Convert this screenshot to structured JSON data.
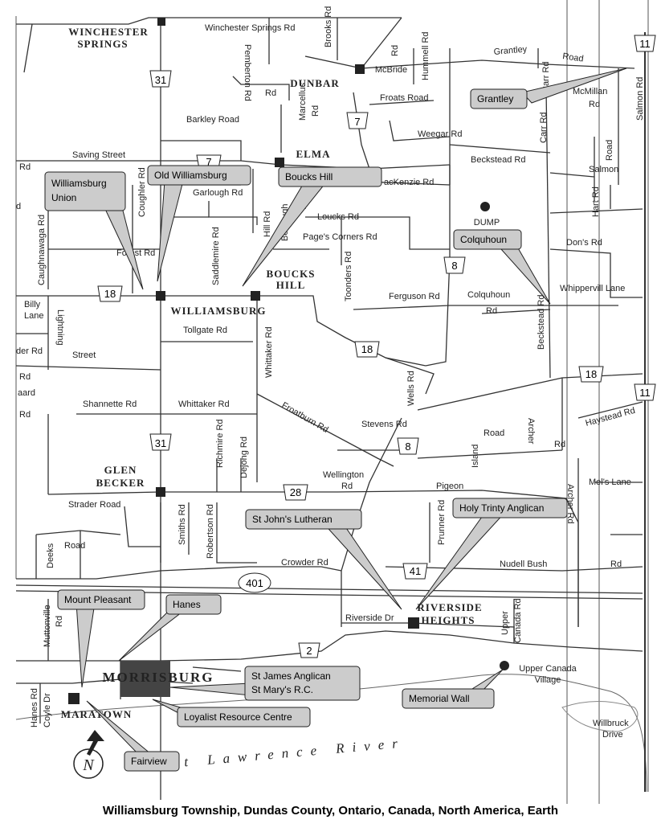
{
  "caption": "Williamsburg Township, Dundas County, Ontario, Canada, North America, Earth",
  "towns": {
    "winchester_springs": [
      "WINCHESTER",
      "SPRINGS"
    ],
    "dunbar": "DUNBAR",
    "elma": "ELMA",
    "boucks_hill": [
      "BOUCKS",
      "HILL"
    ],
    "williamsburg": "WILLIAMSBURG",
    "glen_becker": [
      "GLEN",
      "BECKER"
    ],
    "riverside_heights": [
      "RIVERSIDE",
      "HEIGHTS"
    ],
    "morrisburg": "MORRISBURG",
    "maratown": "MARATOWN",
    "dump": "DUMP",
    "mcbride": "McBride",
    "upper_canada_village": [
      "Upper Canada",
      "Village"
    ]
  },
  "river": "St Lawrence River",
  "compass": "N",
  "callouts": {
    "williamsburg_union": [
      "Williamsburg",
      "Union"
    ],
    "old_williamsburg": "Old Williamsburg",
    "boucks_hill": "Boucks Hill",
    "grantley": "Grantley",
    "colquhoun": "Colquhoun",
    "st_johns": "St John's Lutheran",
    "holy_trinity": "Holy Trinty Anglican",
    "mount_pleasant": "Mount Pleasant",
    "hanes": "Hanes",
    "st_james": [
      "St James Anglican",
      "St Mary's R.C."
    ],
    "loyalist": "Loyalist Resource Centre",
    "memorial_wall": "Memorial Wall",
    "fairview": "Fairview"
  },
  "shields": {
    "hwy31_top": "31",
    "hwy7_dunbar": "7",
    "hwy7_elma": "7",
    "hwy18_west": "18",
    "hwy8_north": "8",
    "hwy18_mid": "18",
    "hwy18_east": "18",
    "hwy11_top": "11",
    "hwy11_mid": "11",
    "hwy31_mid": "31",
    "hwy8_mid": "8",
    "hwy28": "28",
    "hwy41": "41",
    "hwy401": "401",
    "hwy2": "2"
  },
  "roads": {
    "winchester_springs_rd": "Winchester   Springs  Rd",
    "pemberton_rd": "Pemberton Rd",
    "brooks_rd": "Brooks Rd",
    "hummell_rd": "Hummell Rd",
    "rd_mcbride": "Rd",
    "grantley_road_a": "Grantley",
    "grantley_road_b": "Road",
    "carr_rd_top": "Carr Rd",
    "mcmillan_rd": [
      "McMillan",
      "Rd"
    ],
    "salmon_rd_v": "Salmon Rd",
    "rd_dunbar_w": "Rd",
    "marcellus_rd": [
      "Marcellus",
      "Rd"
    ],
    "barkley_road": "Barkley Road",
    "froats_road": "Froats Road",
    "weegar_rd": "Weegar Rd",
    "carr_rd_mid": "Carr Rd",
    "saving_street": "Saving Street",
    "beckstead_rd_h": "Beckstead Rd",
    "road_v": "Road",
    "salmon_h": "Salmon",
    "rd_west1": "Rd",
    "garlough_rd": "Garlough Rd",
    "mackenzie_rd": "acKenzie Rd",
    "caughnawaga_rd": "Caughnawaga Rd",
    "coughler_rd": "Coughler Rd",
    "hart_rd": "Hart Rd",
    "rd_west2": "d",
    "hill_rd": "Hill Rd",
    "boucks_v": "Bouc  ugh",
    "loucks_rd": "Loucks Rd",
    "pages_corners_rd": "Page's Corners Rd",
    "saddlemire_rd": "Saddlemire Rd",
    "dons_rd": "Don's Rd",
    "forest_rd": "Forest Rd",
    "toonders_rd": "Toonders Rd",
    "beckstead_v": "Beckstead Rd",
    "whippervill_lane": "Whippervill Lane",
    "billy_lane": [
      "Billy",
      "Lane"
    ],
    "lightning_street_v": "Lightning",
    "street": "Street",
    "ferguson_rd": "Ferguson Rd",
    "colquhoun_rd": [
      "Colquhoun",
      "Rd"
    ],
    "tollgate_rd": "Tollgate Rd",
    "whittaker_rd_v": "Whittaker Rd",
    "der_rd": "der Rd",
    "rd_west3": "Rd",
    "aard": "aard",
    "rd_west4": "Rd",
    "shannette_rd": "Shannette Rd",
    "whittaker_rd_h": "Whittaker Rd",
    "wells_rd": "Wells Rd",
    "froatburn_rd": "Froatburn Rd",
    "stevens_rd": "Stevens Rd",
    "haystead_rd": "Haystead Rd",
    "archer_rd": "Archer",
    "rd_archer": "Rd",
    "island_road": "Island",
    "road_island": "Road",
    "richmire_rd": "Richmire Rd",
    "dejong_rd": "Dejong Rd",
    "wellington_rd": [
      "Wellington",
      "Rd"
    ],
    "pigeon": "Pigeon",
    "mels_lane": "Mel's Lane",
    "strader_road": "Strader Road",
    "smiths_rd": "Smiths Rd",
    "robertson_rd": "Robertson Rd",
    "prunner_rd": "Prunner Rd",
    "archer_rd2": "Archer Rd",
    "deeks_road": "Deeks",
    "road_deeks": "Road",
    "crowder_rd": "Crowder Rd",
    "nudell_bush": "Nudell  Bush",
    "rd_nudell": "Rd",
    "muttonville_rd": [
      "Muttonville",
      "Rd"
    ],
    "riverside_dr": "Riverside Dr",
    "upper_canada_rd": [
      "Upper",
      "Canada Rd"
    ],
    "hanes_rd": [
      "Hanes Rd",
      "Coyle Dr"
    ],
    "willbruck_drive": [
      "Willbruck",
      "Drive"
    ]
  }
}
